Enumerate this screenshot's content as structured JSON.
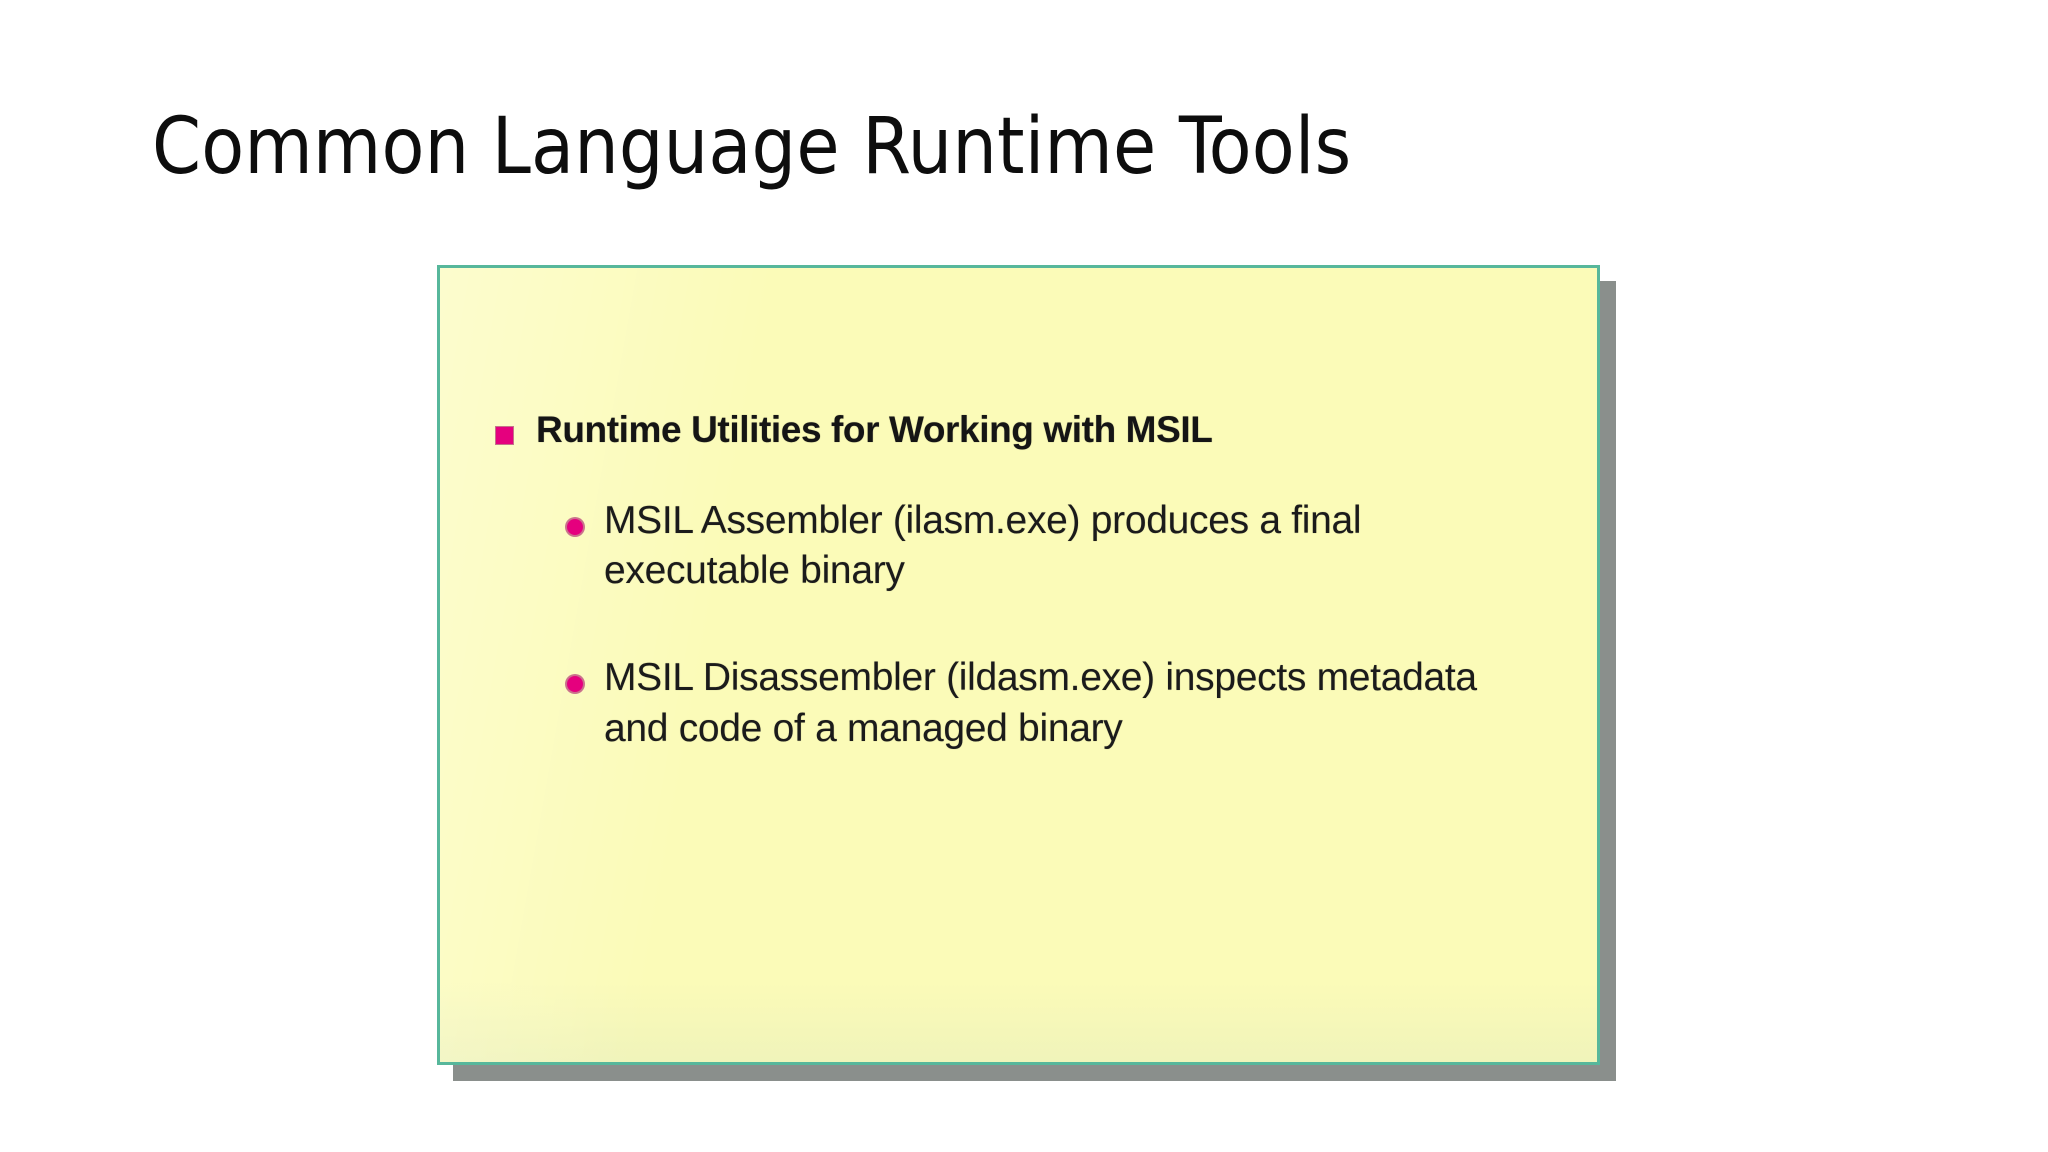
{
  "slide": {
    "title": "Common Language Runtime Tools",
    "background_color": "#ffffff",
    "title_color": "#0d0d0d"
  },
  "figure": {
    "background_color": "#fbfbb8",
    "border_color": "#57b79b",
    "shadow_color": "#8a8f8c",
    "bullet_color": "#e5007e",
    "heading": {
      "marker": "square-bullet-icon",
      "text": "Runtime Utilities for Working with MSIL"
    },
    "items": [
      {
        "marker": "round-bullet-icon",
        "text": "MSIL Assembler (ilasm.exe) produces a final executable binary"
      },
      {
        "marker": "round-bullet-icon",
        "text": "MSIL Disassembler (ildasm.exe) inspects metadata and code of a managed binary"
      }
    ]
  }
}
